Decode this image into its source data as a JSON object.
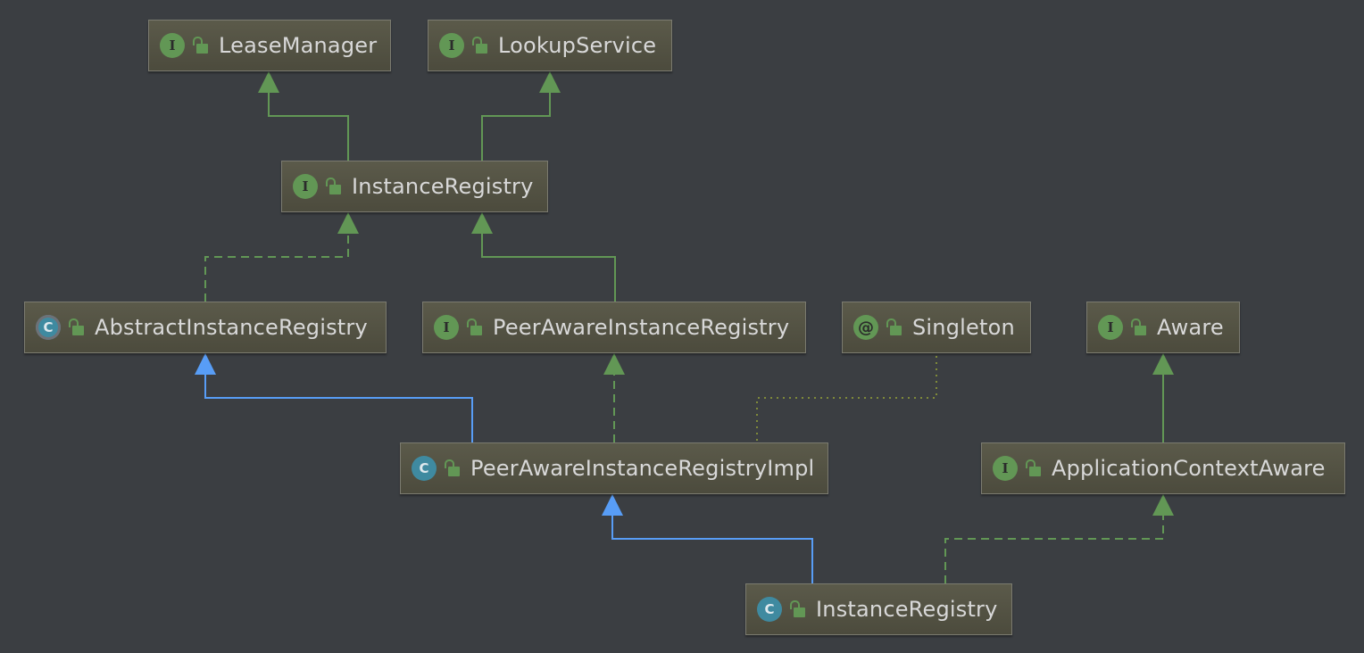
{
  "nodes": [
    {
      "id": "lease-manager",
      "label": "LeaseManager",
      "kind": "interface",
      "kind_letter": "I"
    },
    {
      "id": "lookup-service",
      "label": "LookupService",
      "kind": "interface",
      "kind_letter": "I"
    },
    {
      "id": "instance-registry-interface",
      "label": "InstanceRegistry",
      "kind": "interface",
      "kind_letter": "I"
    },
    {
      "id": "abstract-instance-registry",
      "label": "AbstractInstanceRegistry",
      "kind": "abstract-class",
      "kind_letter": "C"
    },
    {
      "id": "peer-aware-instance-registry",
      "label": "PeerAwareInstanceRegistry",
      "kind": "interface",
      "kind_letter": "I"
    },
    {
      "id": "singleton",
      "label": "Singleton",
      "kind": "annotation",
      "kind_letter": "@"
    },
    {
      "id": "aware",
      "label": "Aware",
      "kind": "interface",
      "kind_letter": "I"
    },
    {
      "id": "peer-aware-instance-registry-impl",
      "label": "PeerAwareInstanceRegistryImpl",
      "kind": "class",
      "kind_letter": "C"
    },
    {
      "id": "application-context-aware",
      "label": "ApplicationContextAware",
      "kind": "interface",
      "kind_letter": "I"
    },
    {
      "id": "instance-registry-class",
      "label": "InstanceRegistry",
      "kind": "class",
      "kind_letter": "C"
    }
  ],
  "edges": [
    {
      "from": "instance-registry-interface",
      "to": "lease-manager",
      "type": "interface-extends"
    },
    {
      "from": "instance-registry-interface",
      "to": "lookup-service",
      "type": "interface-extends"
    },
    {
      "from": "abstract-instance-registry",
      "to": "instance-registry-interface",
      "type": "implements"
    },
    {
      "from": "peer-aware-instance-registry",
      "to": "instance-registry-interface",
      "type": "interface-extends"
    },
    {
      "from": "peer-aware-instance-registry-impl",
      "to": "abstract-instance-registry",
      "type": "class-extends"
    },
    {
      "from": "peer-aware-instance-registry-impl",
      "to": "peer-aware-instance-registry",
      "type": "implements"
    },
    {
      "from": "peer-aware-instance-registry-impl",
      "to": "singleton",
      "type": "annotated-with"
    },
    {
      "from": "application-context-aware",
      "to": "aware",
      "type": "interface-extends"
    },
    {
      "from": "instance-registry-class",
      "to": "peer-aware-instance-registry-impl",
      "type": "class-extends"
    },
    {
      "from": "instance-registry-class",
      "to": "application-context-aware",
      "type": "implements"
    }
  ],
  "colors": {
    "background": "#3b3e42",
    "interface_edge": "#629755",
    "class_edge": "#589df6",
    "annotation_edge": "#7f8a3a",
    "interface_badge": "#629755",
    "class_badge": "#3f8aa0"
  },
  "icons": {
    "visibility": "unlocked-padlock-icon"
  }
}
